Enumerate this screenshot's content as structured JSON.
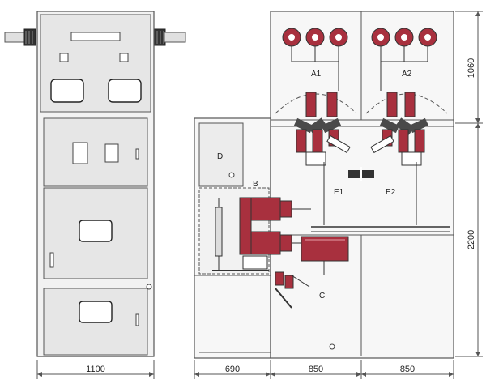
{
  "dimensions": {
    "front_width": "1100",
    "side_left": "690",
    "side_mid": "850",
    "side_right": "850",
    "height_top": "1060",
    "height_bottom": "2200"
  },
  "labels": {
    "a1": "A1",
    "a2": "A2",
    "b": "B",
    "c": "C",
    "d": "D",
    "e1": "E1",
    "e2": "E2"
  },
  "colors": {
    "panel_fill": "#e6e6e6",
    "panel_stroke": "#555555",
    "component_red": "#a8303e",
    "component_dark": "#4a4a4a",
    "line": "#333333",
    "dim_line": "#555555"
  }
}
